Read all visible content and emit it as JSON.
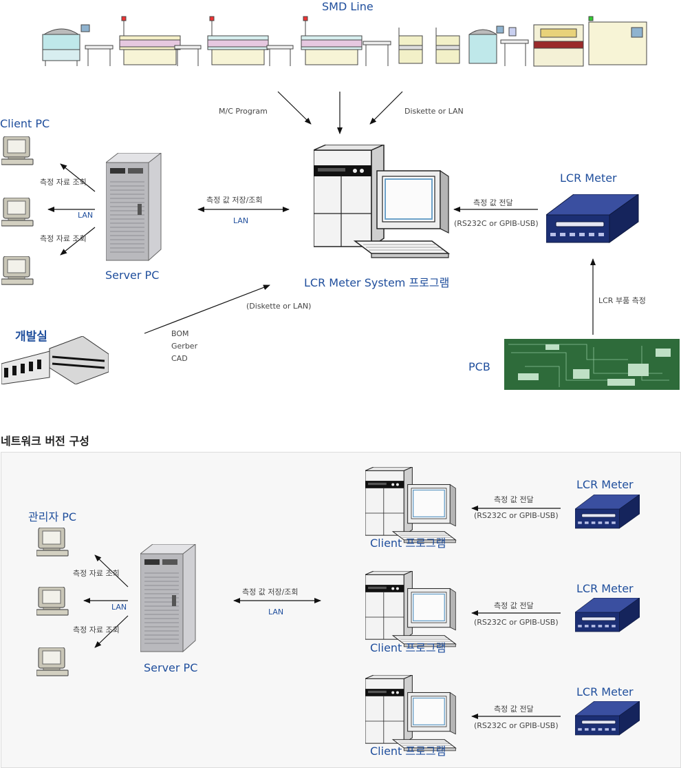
{
  "top": {
    "smd_title": "SMD Line",
    "mc_program": "M/C Program",
    "diskette_or_lan": "Diskette or LAN",
    "client_pc": "Client PC",
    "measure_query_1": "측정 자료 조회",
    "lan_left": "LAN",
    "measure_query_2": "측정 자료 조회",
    "server_pc": "Server PC",
    "save_query": "측정 값 저장/조회",
    "lan_mid": "LAN",
    "system_program": "LCR Meter System 프로그램",
    "value_transfer": "측정 값 전달",
    "interface": "(RS232C or GPIB-USB)",
    "lcr_meter": "LCR Meter",
    "part_measure": "LCR 부품 측정",
    "pcb": "PCB",
    "dev_lab": "개발실",
    "diskette_or_lan_paren": "(Diskette or LAN)",
    "bom": "BOM",
    "gerber": "Gerber",
    "cad": "CAD"
  },
  "bottom": {
    "section_title": "네트워크 버전 구성",
    "admin_pc": "관리자 PC",
    "measure_query_1": "측정 자료 조회",
    "lan_left": "LAN",
    "measure_query_2": "측정 자료 조회",
    "server_pc": "Server PC",
    "save_query": "측정 값 저장/조회",
    "lan_mid": "LAN",
    "clients": [
      {
        "program": "Client 프로그램",
        "transfer": "측정 값 전달",
        "interface": "(RS232C or GPIB-USB)",
        "meter": "LCR Meter"
      },
      {
        "program": "Client 프로그램",
        "transfer": "측정 값 전달",
        "interface": "(RS232C or GPIB-USB)",
        "meter": "LCR Meter"
      },
      {
        "program": "Client 프로그램",
        "transfer": "측정 값 전달",
        "interface": "(RS232C or GPIB-USB)",
        "meter": "LCR Meter"
      }
    ]
  },
  "colors": {
    "label_blue": "#1f4e9c",
    "panel_bg": "#f7f7f7",
    "pcb_green": "#2e6b3a",
    "meter_navy": "#1c2f74"
  }
}
